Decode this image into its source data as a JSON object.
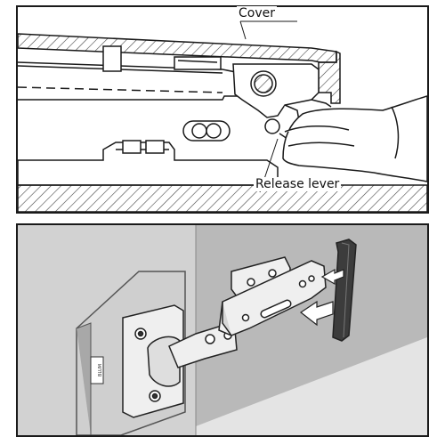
{
  "top_panel": {
    "labels": {
      "cover": "Cover",
      "release_lever": "Release lever"
    }
  },
  "bottom_panel": {
    "base_plate_logo": "BLUM"
  },
  "colors": {
    "line": "#1a1a1a",
    "wall_back": "#b9b9b9",
    "wall_side": "#d2d2d2",
    "floor": "#e6e6e6",
    "door_face": "#d4d4d4",
    "door_edge": "#555555",
    "metal": "#efefef",
    "cover_cap": "#3c3c3c",
    "hatch": "#444444"
  }
}
